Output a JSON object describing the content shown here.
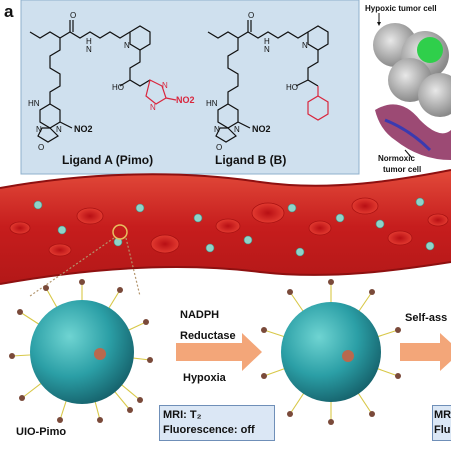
{
  "panel_label": "a",
  "ligand_a": {
    "caption": "Ligand A (Pimo)",
    "nitro_group": "NO2",
    "substituent_color": "#d9263d"
  },
  "ligand_b": {
    "caption": "Ligand B (B)",
    "nitro_group": "NO2",
    "substituent_color": "#d9263d"
  },
  "hypoxic_cell_label": "Hypoxic tumor cell",
  "normoxic_cell_label": [
    "Normoxic",
    "tumor cell"
  ],
  "process_arrow": {
    "top_line_1": "NADPH",
    "top_line_2": "Reductase",
    "bottom": "Hypoxia",
    "color": "#f3a679"
  },
  "next_step_label": "Self-ass",
  "particle_name": "UIO-Pimo",
  "signal_box": {
    "mri": "MRI: T₂",
    "fluorescence": "Fluorescence: off"
  },
  "signal_box_right": {
    "mri": "MR",
    "fluorescence": "Flu"
  },
  "colors": {
    "vessel": "#c62020",
    "panel_bg": "#cfe0ee",
    "particle": "#2aa0a8",
    "infobox_bg": "#dbe7f5"
  }
}
